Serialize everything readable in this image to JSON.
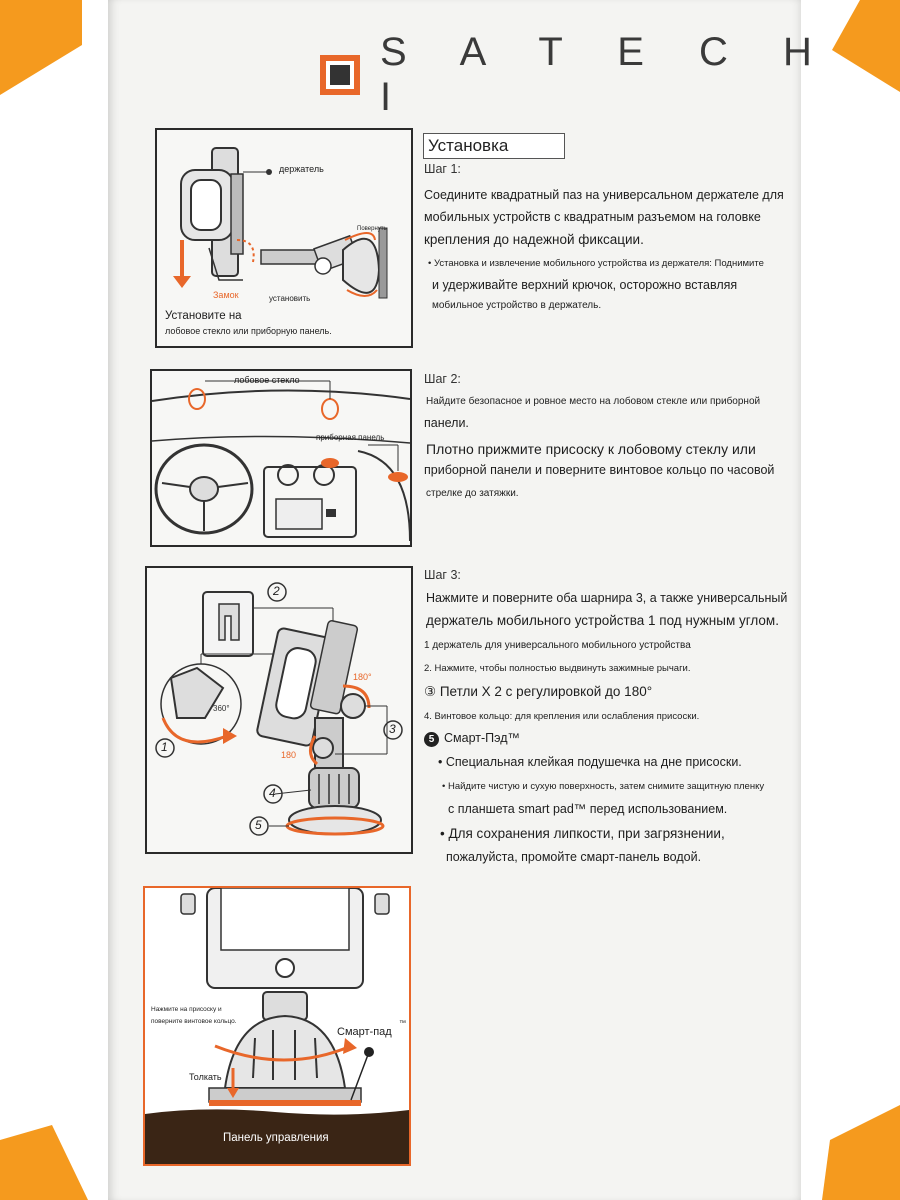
{
  "colors": {
    "accent": "#e8672a",
    "panel_border": "#2a2a2a",
    "paper": "#f4f4f2"
  },
  "brand": {
    "name": "S A T E C H I",
    "logo_icon": "satechi-logo-mark"
  },
  "install": {
    "title": "Установка",
    "step1": {
      "heading": "Шаг 1:",
      "lines": [
        "Соедините квадратный паз на универсальном держателе для",
        "мобильных устройств с квадратным разъемом на головке",
        "крепления до надежной фиксации."
      ],
      "note_lines": [
        "• Установка и извлечение мобильного устройства из держателя: Поднимите",
        "и удерживайте верхний крючок, осторожно вставляя",
        "мобильное устройство в держатель."
      ],
      "figure": {
        "label_holder": "держатель",
        "label_lock": "Замок",
        "label_mount": "установить",
        "label_rotate": "Повернуть",
        "caption_1": "Установите на",
        "caption_2": "лобовое стекло или приборную панель."
      }
    },
    "step2": {
      "heading": "Шаг 2:",
      "lines": [
        "Найдите безопасное и ровное место на лобовом стекле или приборной",
        "панели."
      ],
      "bold_lines": [
        "Плотно прижмите присоску к лобовому стеклу или",
        "приборной панели и поверните винтовое кольцо по часовой",
        "стрелке до затяжки."
      ],
      "figure": {
        "label_windshield": "лобовое стекло",
        "label_dashboard": "приборная панель"
      }
    },
    "step3": {
      "heading": "Шаг 3:",
      "lines": [
        "Нажмите и поверните оба шарнира 3, а также универсальный",
        "держатель мобильного устройства 1 под нужным углом."
      ],
      "item1": "1 держатель для универсального мобильного устройства",
      "item2": "2. Нажмите, чтобы полностью выдвинуть зажимные рычаги.",
      "item3": "③ Петли X 2 с регулировкой до 180°",
      "item4": "4. Винтовое кольцо: для крепления или ослабления присоски.",
      "item5_title": "Смарт-Пэд™",
      "item5_num": "5",
      "bullets": [
        "• Специальная клейкая подушечка на дне присоски.",
        "• Найдите чистую и сухую поверхность, затем снимите защитную пленку",
        "с планшета smart pad™ перед использованием.",
        "• Для сохранения липкости, при загрязнении,",
        "пожалуйста, промойте смарт-панель водой."
      ],
      "figure": {
        "n1": "1",
        "n2": "2",
        "n3": "3",
        "n4": "4",
        "n5": "5",
        "deg1": "360°",
        "deg2": "180°",
        "deg3": "180"
      }
    },
    "step4": {
      "figure": {
        "note_1": "Нажмите на присоску и",
        "note_2": "поверните винтовое кольцо.",
        "label_smartpad": "Смарт-пад",
        "label_tm": "™",
        "label_push": "Толкать",
        "caption": "Панель управления"
      }
    }
  }
}
